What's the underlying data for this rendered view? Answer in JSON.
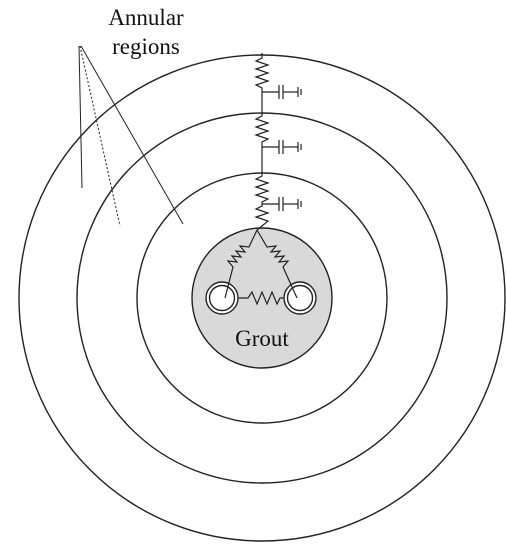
{
  "labels": {
    "annular_line1": "Annular",
    "annular_line2": "regions",
    "grout": "Grout"
  },
  "colors": {
    "line": "#222222",
    "grout_fill": "#d9d9d9",
    "background": "#ffffff"
  }
}
